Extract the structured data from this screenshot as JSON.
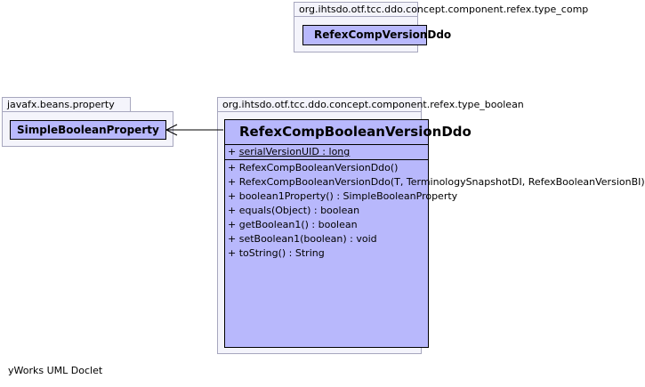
{
  "packages": {
    "top_right": {
      "name": "org.ihtsdo.otf.tcc.ddo.concept.component.refex.type_comp",
      "class_name": "RefexCompVersionDdo"
    },
    "left": {
      "name": "javafx.beans.property",
      "class_name": "SimpleBooleanProperty"
    },
    "main": {
      "name": "org.ihtsdo.otf.tcc.ddo.concept.component.refex.type_boolean",
      "class_name": "RefexCompBooleanVersionDdo",
      "members": [
        {
          "vis": "+",
          "text": "serialVersionUID : long",
          "static": true
        },
        {
          "vis": "+",
          "text": "RefexCompBooleanVersionDdo()",
          "static": false
        },
        {
          "vis": "+",
          "text": "RefexCompBooleanVersionDdo(T, TerminologySnapshotDI, RefexBooleanVersionBI)",
          "static": false
        },
        {
          "vis": "+",
          "text": "boolean1Property() : SimpleBooleanProperty",
          "static": false
        },
        {
          "vis": "+",
          "text": "equals(Object) : boolean",
          "static": false
        },
        {
          "vis": "+",
          "text": "getBoolean1() : boolean",
          "static": false
        },
        {
          "vis": "+",
          "text": "setBoolean1(boolean) : void",
          "static": false
        },
        {
          "vis": "+",
          "text": "toString() : String",
          "static": false
        }
      ]
    }
  },
  "footer": "yWorks UML Doclet"
}
